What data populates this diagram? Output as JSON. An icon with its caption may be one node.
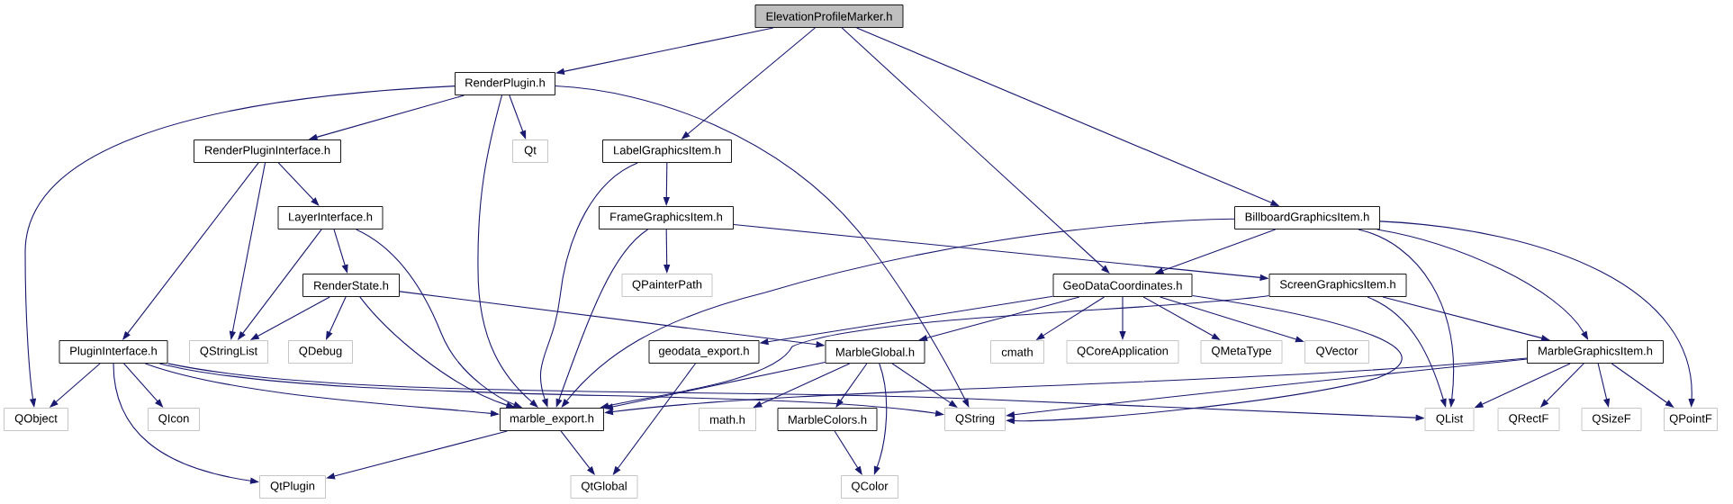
{
  "diagram": {
    "nodes": [
      {
        "text": [
          "ElevationProfileMarker.h"
        ]
      },
      {
        "text": [
          "RenderPlugin.h"
        ]
      },
      {
        "text": [
          "RenderPluginInterface.h"
        ]
      },
      {
        "text": [
          "Qt"
        ]
      },
      {
        "text": [
          "LabelGraphicsItem.h"
        ]
      },
      {
        "text": [
          "LayerInterface.h"
        ]
      },
      {
        "text": [
          "FrameGraphicsItem.h"
        ]
      },
      {
        "text": [
          "BillboardGraphicsItem.h"
        ]
      },
      {
        "text": [
          "RenderState.h"
        ]
      },
      {
        "text": [
          "QPainterPath"
        ]
      },
      {
        "text": [
          "GeoDataCoordinates.h"
        ]
      },
      {
        "text": [
          "ScreenGraphicsItem.h"
        ]
      },
      {
        "text": [
          "PluginInterface.h"
        ]
      },
      {
        "text": [
          "QStringList"
        ]
      },
      {
        "text": [
          "QDebug"
        ]
      },
      {
        "text": [
          "geodata_export.h"
        ]
      },
      {
        "text": [
          "MarbleGlobal.h"
        ]
      },
      {
        "text": [
          "cmath"
        ]
      },
      {
        "text": [
          "QCoreApplication"
        ]
      },
      {
        "text": [
          "QMetaType"
        ]
      },
      {
        "text": [
          "QVector"
        ]
      },
      {
        "text": [
          "MarbleGraphicsItem.h"
        ]
      },
      {
        "text": [
          "QObject"
        ]
      },
      {
        "text": [
          "QIcon"
        ]
      },
      {
        "text": [
          "marble_export.h"
        ]
      },
      {
        "text": [
          "math.h"
        ]
      },
      {
        "text": [
          "MarbleColors.h"
        ]
      },
      {
        "text": [
          "QString"
        ]
      },
      {
        "text": [
          "QList"
        ]
      },
      {
        "text": [
          "QRectF"
        ]
      },
      {
        "text": [
          "QSizeF"
        ]
      },
      {
        "text": [
          "QPointF"
        ]
      },
      {
        "text": [
          "QtPlugin"
        ]
      },
      {
        "text": [
          "QtGlobal"
        ]
      },
      {
        "text": [
          "QColor"
        ]
      }
    ],
    "edges": [
      {
        "from": 0,
        "to": 1,
        "arrow": "to"
      },
      {
        "from": 0,
        "to": 4,
        "arrow": "to"
      },
      {
        "from": 0,
        "to": 10,
        "arrow": "to"
      },
      {
        "from": 0,
        "to": 7,
        "arrow": "to"
      },
      {
        "from": 1,
        "to": 22,
        "arrow": "to"
      },
      {
        "from": 1,
        "to": 2,
        "arrow": "to"
      },
      {
        "from": 1,
        "to": 24,
        "arrow": "to"
      },
      {
        "from": 1,
        "to": 3,
        "arrow": "to"
      },
      {
        "from": 1,
        "to": 27,
        "arrow": "to"
      },
      {
        "from": 2,
        "to": 12,
        "arrow": "to"
      },
      {
        "from": 2,
        "to": 13,
        "arrow": "to"
      },
      {
        "from": 2,
        "to": 5,
        "arrow": "to"
      },
      {
        "from": 4,
        "to": 6,
        "arrow": "to"
      },
      {
        "from": 4,
        "to": 24,
        "arrow": "to"
      },
      {
        "from": 5,
        "to": 13,
        "arrow": "to"
      },
      {
        "from": 5,
        "to": 8,
        "arrow": "to"
      },
      {
        "from": 5,
        "to": 24,
        "arrow": "to"
      },
      {
        "from": 6,
        "to": 9,
        "arrow": "to"
      },
      {
        "from": 6,
        "to": 24,
        "arrow": "to"
      },
      {
        "from": 6,
        "to": 11,
        "arrow": "to"
      },
      {
        "from": 7,
        "to": 24,
        "arrow": "to"
      },
      {
        "from": 7,
        "to": 10,
        "arrow": "to"
      },
      {
        "from": 7,
        "to": 28,
        "arrow": "to"
      },
      {
        "from": 7,
        "to": 21,
        "arrow": "to"
      },
      {
        "from": 7,
        "to": 31,
        "arrow": "to"
      },
      {
        "from": 8,
        "to": 13,
        "arrow": "to"
      },
      {
        "from": 8,
        "to": 14,
        "arrow": "to"
      },
      {
        "from": 8,
        "to": 24,
        "arrow": "to"
      },
      {
        "from": 8,
        "to": 16,
        "arrow": "to"
      },
      {
        "from": 10,
        "to": 15,
        "arrow": "to"
      },
      {
        "from": 10,
        "to": 16,
        "arrow": "to"
      },
      {
        "from": 10,
        "to": 17,
        "arrow": "to"
      },
      {
        "from": 10,
        "to": 18,
        "arrow": "to"
      },
      {
        "from": 10,
        "to": 19,
        "arrow": "to"
      },
      {
        "from": 10,
        "to": 20,
        "arrow": "to"
      },
      {
        "from": 10,
        "to": 27,
        "arrow": "to"
      },
      {
        "from": 11,
        "to": 24,
        "arrow": "to"
      },
      {
        "from": 11,
        "to": 28,
        "arrow": "to"
      },
      {
        "from": 11,
        "to": 21,
        "arrow": "to"
      },
      {
        "from": 12,
        "to": 22,
        "arrow": "to"
      },
      {
        "from": 12,
        "to": 23,
        "arrow": "to"
      },
      {
        "from": 12,
        "to": 32,
        "arrow": "to"
      },
      {
        "from": 12,
        "to": 24,
        "arrow": "to"
      },
      {
        "from": 12,
        "to": 27,
        "arrow": "to"
      },
      {
        "from": 12,
        "to": 28,
        "arrow": "to"
      },
      {
        "from": 15,
        "to": 33,
        "arrow": "to"
      },
      {
        "from": 16,
        "to": 24,
        "arrow": "to"
      },
      {
        "from": 16,
        "to": 25,
        "arrow": "to"
      },
      {
        "from": 16,
        "to": 26,
        "arrow": "to"
      },
      {
        "from": 16,
        "to": 34,
        "arrow": "to"
      },
      {
        "from": 16,
        "to": 27,
        "arrow": "to"
      },
      {
        "from": 21,
        "to": 24,
        "arrow": "to"
      },
      {
        "from": 21,
        "to": 27,
        "arrow": "to"
      },
      {
        "from": 21,
        "to": 28,
        "arrow": "to"
      },
      {
        "from": 21,
        "to": 29,
        "arrow": "to"
      },
      {
        "from": 21,
        "to": 30,
        "arrow": "to"
      },
      {
        "from": 21,
        "to": 31,
        "arrow": "to"
      },
      {
        "from": 24,
        "to": 32,
        "arrow": "to"
      },
      {
        "from": 24,
        "to": 33,
        "arrow": "to"
      },
      {
        "from": 26,
        "to": 34,
        "arrow": "to"
      }
    ]
  }
}
